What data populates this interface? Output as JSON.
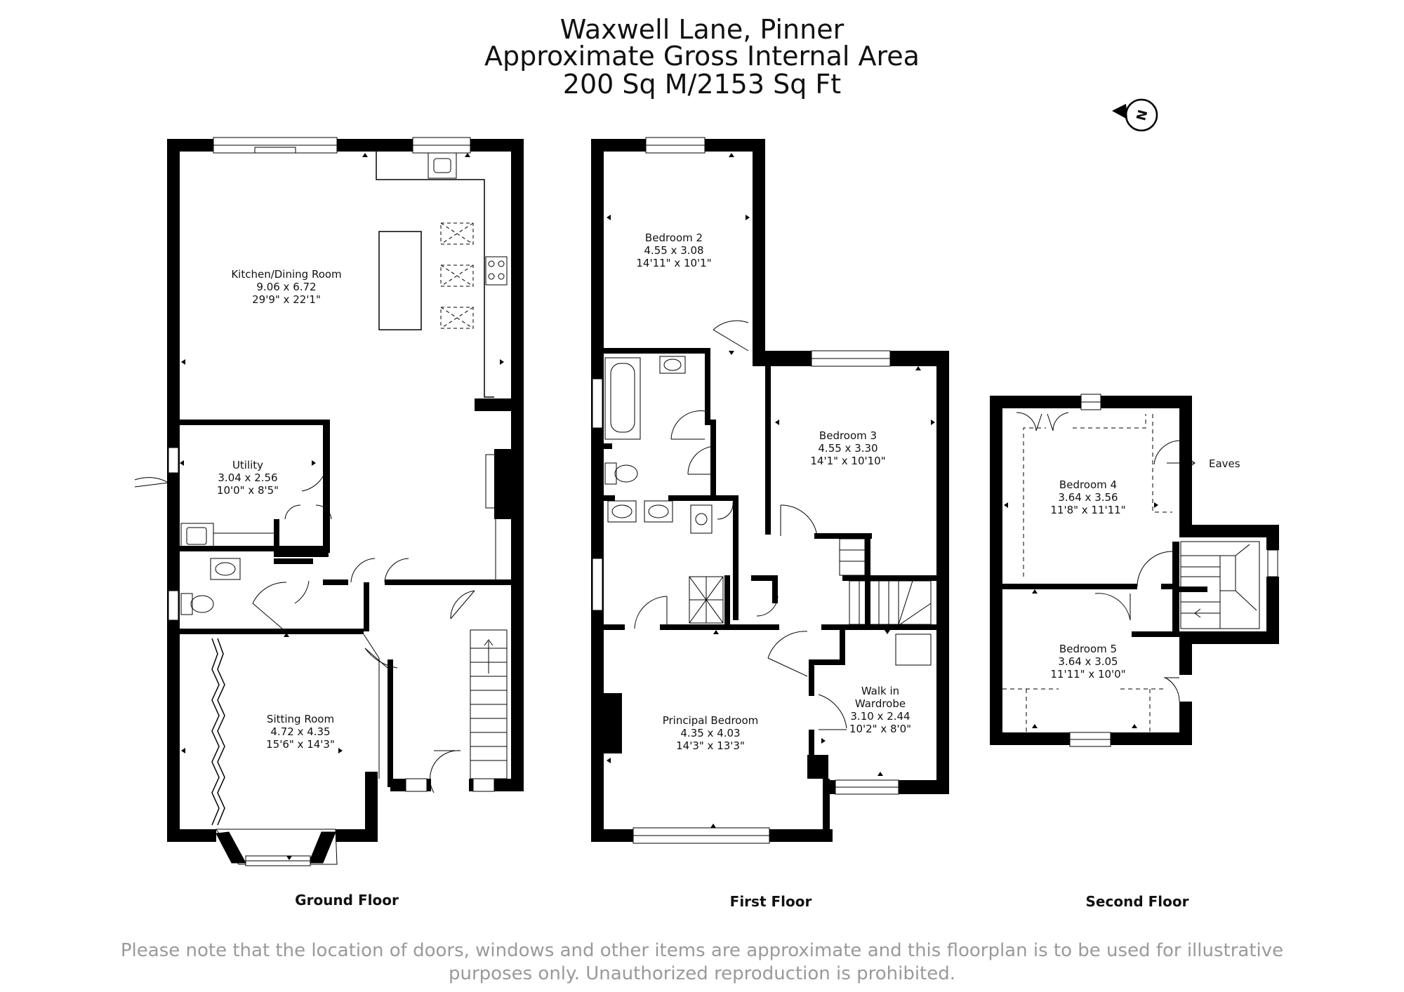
{
  "header": {
    "line1": "Waxwell Lane, Pinner",
    "line2": "Approximate Gross Internal Area",
    "line3": "200 Sq M/2153 Sq Ft"
  },
  "compass": {
    "label": "N"
  },
  "ground_floor": {
    "label": "Ground Floor",
    "rooms": {
      "kitchen": {
        "name": "Kitchen/Dining Room",
        "metric": "9.06 x 6.72",
        "imperial": "29'9\" x 22'1\""
      },
      "utility": {
        "name": "Utility",
        "metric": "3.04 x 2.56",
        "imperial": "10'0\" x 8'5\""
      },
      "sitting": {
        "name": "Sitting Room",
        "metric": "4.72 x 4.35",
        "imperial": "15'6\" x 14'3\""
      }
    }
  },
  "first_floor": {
    "label": "First Floor",
    "rooms": {
      "bedroom2": {
        "name": "Bedroom 2",
        "metric": "4.55 x 3.08",
        "imperial": "14'11\" x 10'1\""
      },
      "bedroom3": {
        "name": "Bedroom 3",
        "metric": "4.55 x 3.30",
        "imperial": "14'1\" x 10'10\""
      },
      "principal": {
        "name": "Principal Bedroom",
        "metric": "4.35 x 4.03",
        "imperial": "14'3\" x 13'3\""
      },
      "wardrobe": {
        "name1": "Walk in",
        "name2": "Wardrobe",
        "metric": "3.10 x 2.44",
        "imperial": "10'2\" x 8'0\""
      }
    }
  },
  "second_floor": {
    "label": "Second Floor",
    "eaves": "Eaves",
    "rooms": {
      "bedroom4": {
        "name": "Bedroom 4",
        "metric": "3.64 x 3.56",
        "imperial": "11'8\" x 11'11\""
      },
      "bedroom5": {
        "name": "Bedroom 5",
        "metric": "3.64 x 3.05",
        "imperial": "11'11\" x 10'0\""
      }
    }
  },
  "disclaimer": {
    "line1": "Please note that the location of doors, windows and other items are approximate and this floorplan is to be used for illustrative",
    "line2": "purposes only. Unauthorized reproduction is prohibited."
  }
}
